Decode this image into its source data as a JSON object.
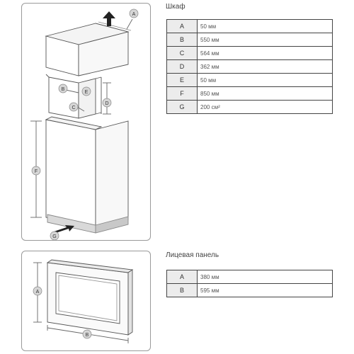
{
  "cabinet": {
    "title": "Шкаф",
    "rows": [
      {
        "key": "A",
        "value": "50 мм"
      },
      {
        "key": "B",
        "value": "550 мм"
      },
      {
        "key": "C",
        "value": "564 мм"
      },
      {
        "key": "D",
        "value": "362 мм"
      },
      {
        "key": "E",
        "value": "50 мм"
      },
      {
        "key": "F",
        "value": "850 мм"
      },
      {
        "key": "G",
        "value": "200 см²"
      }
    ]
  },
  "front_panel": {
    "title": "Лицевая панель",
    "rows": [
      {
        "key": "A",
        "value": "380 мм"
      },
      {
        "key": "B",
        "value": "595 мм"
      }
    ]
  },
  "diagram_labels": {
    "cab_a": "A",
    "cab_b": "B",
    "cab_c": "C",
    "cab_d": "D",
    "cab_e": "E",
    "cab_f": "F",
    "cab_g": "G",
    "front_a": "A",
    "front_b": "B"
  }
}
